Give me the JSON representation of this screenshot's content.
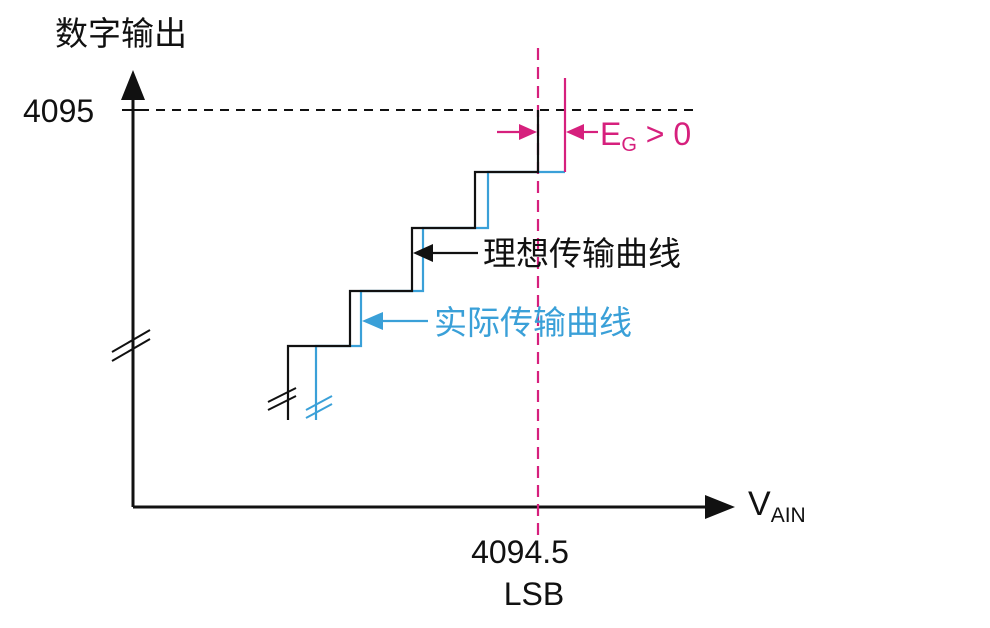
{
  "y_axis_label": "数字输出",
  "y_tick_label": "4095",
  "x_axis_label": {
    "main": "V",
    "sub": "AIN"
  },
  "x_tick_label": {
    "line1": "4094.5",
    "line2": "LSB"
  },
  "gain_error_label": {
    "main": "E",
    "sub": "G",
    "rest": " > 0"
  },
  "ideal_curve_label": "理想传输曲线",
  "actual_curve_label": "实际传输曲线",
  "colors": {
    "axis": "#111111",
    "ideal": "#111111",
    "actual": "#3aa0d8",
    "gain_error": "#d6207d"
  }
}
